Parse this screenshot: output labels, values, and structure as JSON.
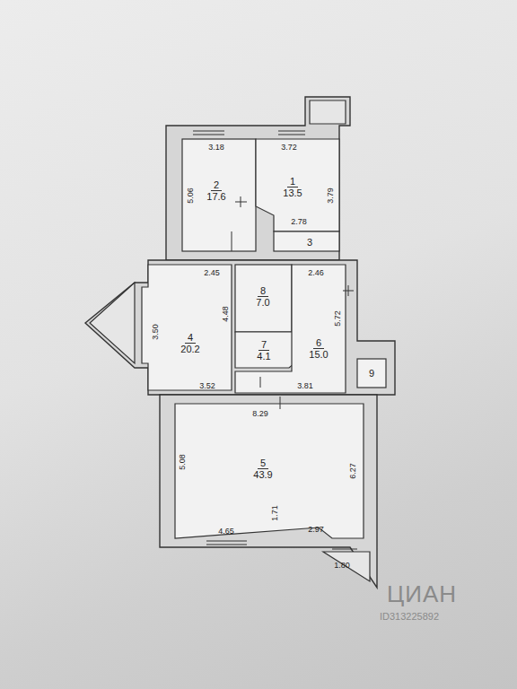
{
  "diagram": {
    "nodes": [
      {
        "text": [
          "2",
          "17.6"
        ]
      },
      {
        "text": [
          "1",
          "13.5"
        ]
      },
      {
        "text": [
          "3"
        ]
      },
      {
        "text": [
          "8",
          "7.0"
        ]
      },
      {
        "text": [
          "4",
          "20.2"
        ]
      },
      {
        "text": [
          "7",
          "4.1"
        ]
      },
      {
        "text": [
          "6",
          "15.0"
        ]
      },
      {
        "text": [
          "9"
        ]
      },
      {
        "text": [
          "5",
          "43.9"
        ]
      }
    ],
    "labels": [
      "3.18",
      "3.72",
      "5.06",
      "3.79",
      "2.78",
      "2.45",
      "2.46",
      "4.48",
      "3.50",
      "5.72",
      "3.52",
      "3.81",
      "8.29",
      "5.08",
      "6.27",
      "4.65",
      "1.71",
      "2.97",
      "1.80",
      "ЦИАН",
      "ID313225892"
    ]
  }
}
